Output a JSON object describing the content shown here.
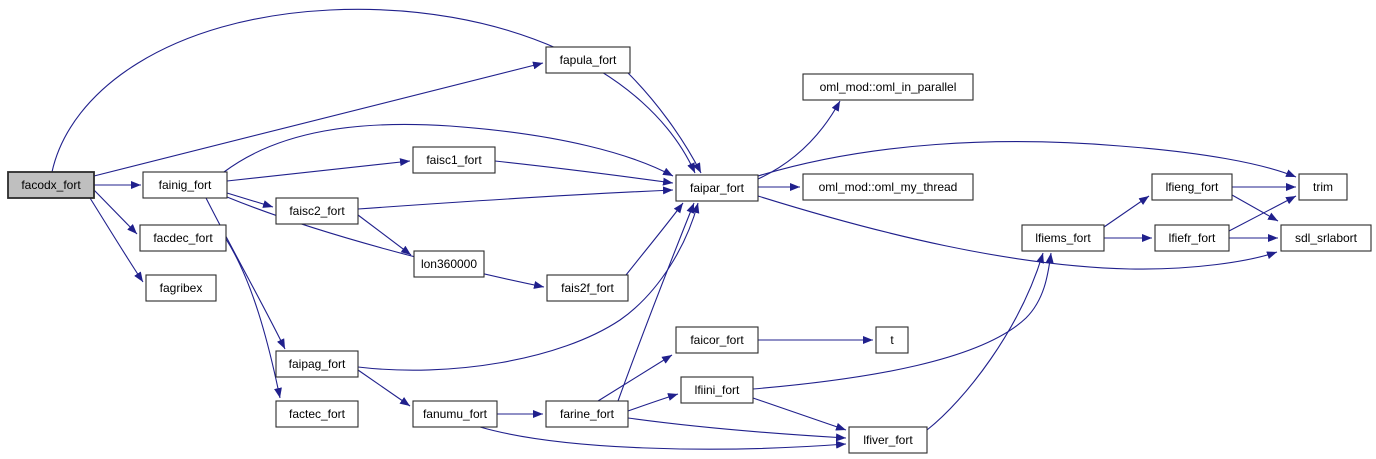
{
  "diagram": {
    "type": "doxygen-call-graph",
    "colors": {
      "edge": "#20208c",
      "node_border": "#2b2b2b",
      "node_fill": "#ffffff",
      "highlight_fill": "#bfbfbf",
      "text": "#000000",
      "background": "#ffffff"
    },
    "nodes": [
      {
        "id": "facodx_fort",
        "label": "facodx_fort",
        "highlighted": true
      },
      {
        "id": "fainig_fort",
        "label": "fainig_fort",
        "highlighted": false
      },
      {
        "id": "facdec_fort",
        "label": "facdec_fort",
        "highlighted": false
      },
      {
        "id": "fagribex",
        "label": "fagribex",
        "highlighted": false
      },
      {
        "id": "fapula_fort",
        "label": "fapula_fort",
        "highlighted": false
      },
      {
        "id": "faisc1_fort",
        "label": "faisc1_fort",
        "highlighted": false
      },
      {
        "id": "faisc2_fort",
        "label": "faisc2_fort",
        "highlighted": false
      },
      {
        "id": "lon360000",
        "label": "lon360000",
        "highlighted": false
      },
      {
        "id": "fais2f_fort",
        "label": "fais2f_fort",
        "highlighted": false
      },
      {
        "id": "faipag_fort",
        "label": "faipag_fort",
        "highlighted": false
      },
      {
        "id": "factec_fort",
        "label": "factec_fort",
        "highlighted": false
      },
      {
        "id": "fanumu_fort",
        "label": "fanumu_fort",
        "highlighted": false
      },
      {
        "id": "farine_fort",
        "label": "farine_fort",
        "highlighted": false
      },
      {
        "id": "faipar_fort",
        "label": "faipar_fort",
        "highlighted": false
      },
      {
        "id": "oml_in_parallel",
        "label": "oml_mod::oml_in_parallel",
        "highlighted": false
      },
      {
        "id": "oml_my_thread",
        "label": "oml_mod::oml_my_thread",
        "highlighted": false
      },
      {
        "id": "faicor_fort",
        "label": "faicor_fort",
        "highlighted": false
      },
      {
        "id": "t",
        "label": "t",
        "highlighted": false
      },
      {
        "id": "lfiini_fort",
        "label": "lfiini_fort",
        "highlighted": false
      },
      {
        "id": "lfiver_fort",
        "label": "lfiver_fort",
        "highlighted": false
      },
      {
        "id": "lfiems_fort",
        "label": "lfiems_fort",
        "highlighted": false
      },
      {
        "id": "lfieng_fort",
        "label": "lfieng_fort",
        "highlighted": false
      },
      {
        "id": "lfiefr_fort",
        "label": "lfiefr_fort",
        "highlighted": false
      },
      {
        "id": "trim",
        "label": "trim",
        "highlighted": false
      },
      {
        "id": "sdl_srlabort",
        "label": "sdl_srlabort",
        "highlighted": false
      }
    ],
    "edges": [
      {
        "from": "facodx_fort",
        "to": "fainig_fort"
      },
      {
        "from": "facodx_fort",
        "to": "facdec_fort"
      },
      {
        "from": "facodx_fort",
        "to": "fagribex"
      },
      {
        "from": "facodx_fort",
        "to": "fapula_fort"
      },
      {
        "from": "facodx_fort",
        "to": "faipar_fort"
      },
      {
        "from": "fainig_fort",
        "to": "faisc1_fort"
      },
      {
        "from": "fainig_fort",
        "to": "faisc2_fort"
      },
      {
        "from": "fainig_fort",
        "to": "faipar_fort"
      },
      {
        "from": "fainig_fort",
        "to": "fais2f_fort"
      },
      {
        "from": "fainig_fort",
        "to": "faipag_fort"
      },
      {
        "from": "facdec_fort",
        "to": "factec_fort"
      },
      {
        "from": "faisc1_fort",
        "to": "faipar_fort"
      },
      {
        "from": "faisc2_fort",
        "to": "lon360000"
      },
      {
        "from": "faisc2_fort",
        "to": "faipar_fort"
      },
      {
        "from": "fais2f_fort",
        "to": "faipar_fort"
      },
      {
        "from": "fapula_fort",
        "to": "faipar_fort"
      },
      {
        "from": "faipag_fort",
        "to": "fanumu_fort"
      },
      {
        "from": "faipag_fort",
        "to": "faipar_fort"
      },
      {
        "from": "fanumu_fort",
        "to": "farine_fort"
      },
      {
        "from": "fanumu_fort",
        "to": "lfiver_fort"
      },
      {
        "from": "farine_fort",
        "to": "faicor_fort"
      },
      {
        "from": "farine_fort",
        "to": "faipar_fort"
      },
      {
        "from": "farine_fort",
        "to": "lfiini_fort"
      },
      {
        "from": "farine_fort",
        "to": "lfiver_fort"
      },
      {
        "from": "faicor_fort",
        "to": "t"
      },
      {
        "from": "lfiini_fort",
        "to": "lfiver_fort"
      },
      {
        "from": "lfiini_fort",
        "to": "lfiems_fort"
      },
      {
        "from": "lfiver_fort",
        "to": "lfiems_fort"
      },
      {
        "from": "lfiems_fort",
        "to": "lfieng_fort"
      },
      {
        "from": "lfiems_fort",
        "to": "lfiefr_fort"
      },
      {
        "from": "lfieng_fort",
        "to": "trim"
      },
      {
        "from": "lfieng_fort",
        "to": "sdl_srlabort"
      },
      {
        "from": "lfiefr_fort",
        "to": "trim"
      },
      {
        "from": "lfiefr_fort",
        "to": "sdl_srlabort"
      },
      {
        "from": "faipar_fort",
        "to": "oml_in_parallel"
      },
      {
        "from": "faipar_fort",
        "to": "oml_my_thread"
      },
      {
        "from": "faipar_fort",
        "to": "trim"
      },
      {
        "from": "faipar_fort",
        "to": "sdl_srlabort"
      }
    ]
  }
}
